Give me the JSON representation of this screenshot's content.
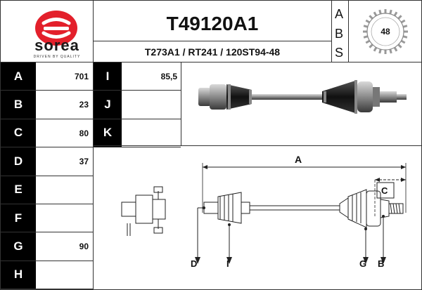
{
  "brand": {
    "name": "sorea",
    "tagline": "DRIVEN BY QUALITY",
    "logo_color": "#e3202b"
  },
  "header": {
    "part_number": "T49120A1",
    "cross_refs": "T273A1 / RT241 / 120ST94-48",
    "abs_letters": [
      "A",
      "B",
      "S"
    ],
    "abs_teeth": "48"
  },
  "specs": {
    "left": [
      {
        "label": "A",
        "value": "701"
      },
      {
        "label": "B",
        "value": "23"
      },
      {
        "label": "C",
        "value": "80"
      },
      {
        "label": "D",
        "value": "37"
      },
      {
        "label": "E",
        "value": ""
      },
      {
        "label": "F",
        "value": ""
      },
      {
        "label": "G",
        "value": "90"
      },
      {
        "label": "H",
        "value": ""
      }
    ],
    "middle": [
      {
        "label": "I",
        "value": "85,5"
      },
      {
        "label": "J",
        "value": ""
      },
      {
        "label": "K",
        "value": ""
      }
    ]
  },
  "diagram": {
    "dim_a": "A",
    "dim_c": "C",
    "callouts": [
      "D",
      "I",
      "G",
      "B"
    ]
  }
}
